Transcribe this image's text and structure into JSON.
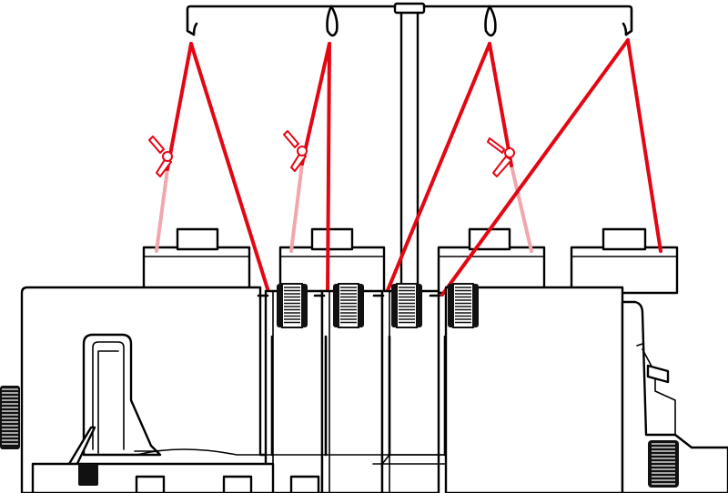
{
  "diagram": {
    "subject": "serger-overlock-threading",
    "thread_count": 4,
    "knob_count": 4,
    "colors": {
      "thread": "#e30613",
      "thread_light": "#f2a6ad",
      "outline": "#000000",
      "background": "#ffffff",
      "knob": "#111111"
    }
  }
}
